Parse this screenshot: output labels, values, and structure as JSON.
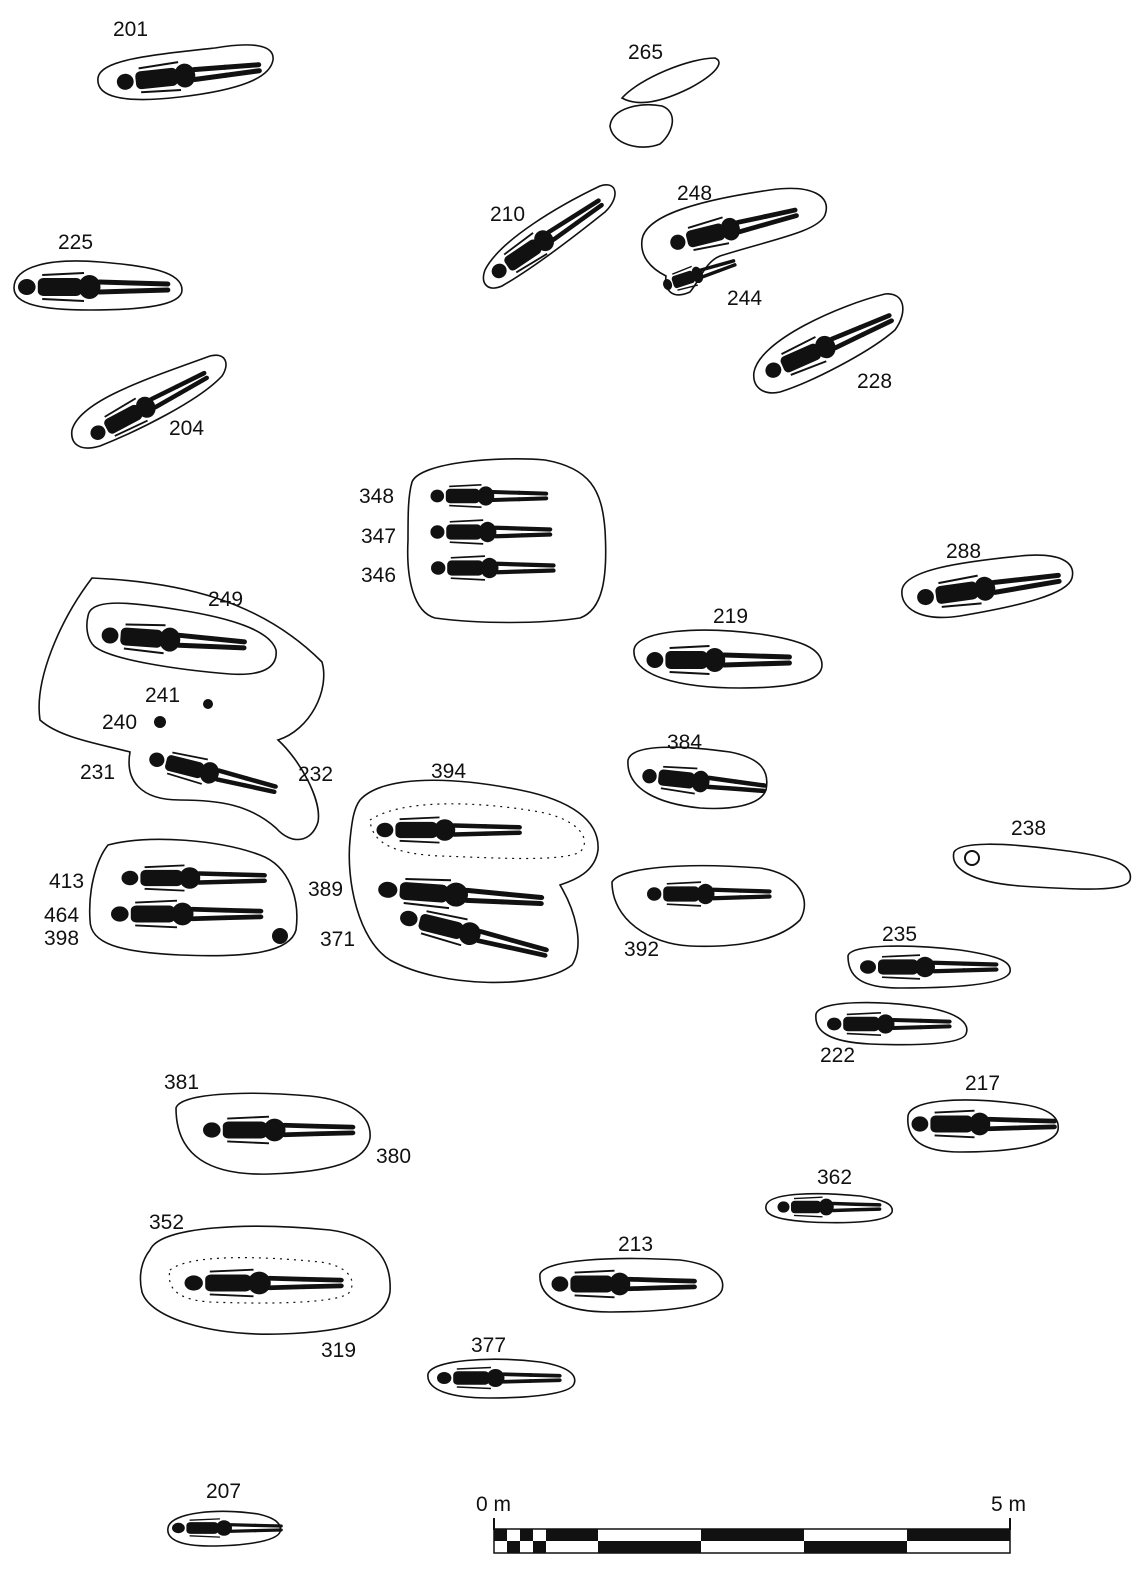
{
  "burials": {
    "b201": "201",
    "b265": "265",
    "b210": "210",
    "b248": "248",
    "b244": "244",
    "b225": "225",
    "b228": "228",
    "b204": "204",
    "b348": "348",
    "b347": "347",
    "b346": "346",
    "b288": "288",
    "b249": "249",
    "b219": "219",
    "b241": "241",
    "b240": "240",
    "b231": "231",
    "b232": "232",
    "b384": "384",
    "b394": "394",
    "b238": "238",
    "b413": "413",
    "b464": "464",
    "b398": "398",
    "b389": "389",
    "b371": "371",
    "b392": "392",
    "b235": "235",
    "b222": "222",
    "b381": "381",
    "b217": "217",
    "b380": "380",
    "b362": "362",
    "b352": "352",
    "b213": "213",
    "b319": "319",
    "b377": "377",
    "b207": "207"
  },
  "scale": {
    "start_label": "0 m",
    "end_label": "5 m",
    "length_m": 5
  },
  "colors": {
    "ink": "#111111",
    "paper": "#ffffff"
  }
}
